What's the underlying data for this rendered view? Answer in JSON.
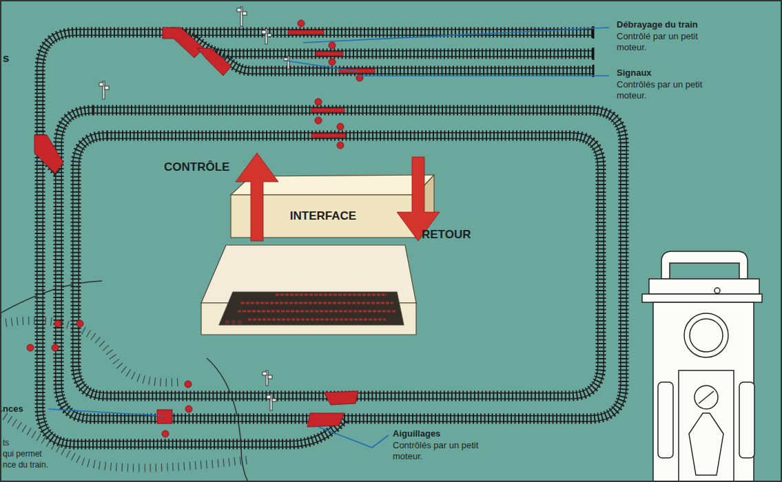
{
  "diagram": {
    "nodes": [
      {
        "text": [
          "INTERFACE"
        ]
      }
    ],
    "labels": [
      "s",
      "Débrayage du train",
      "Contrôlé par un petit moteur.",
      "Signaux",
      "Contrôlés par un petit moteur.",
      "CONTRÔLE",
      "RETOUR",
      "nces",
      "ts",
      "qui permet",
      "nce du train.",
      "Aiguillages",
      "Contrôlés par un petit moteur."
    ]
  }
}
